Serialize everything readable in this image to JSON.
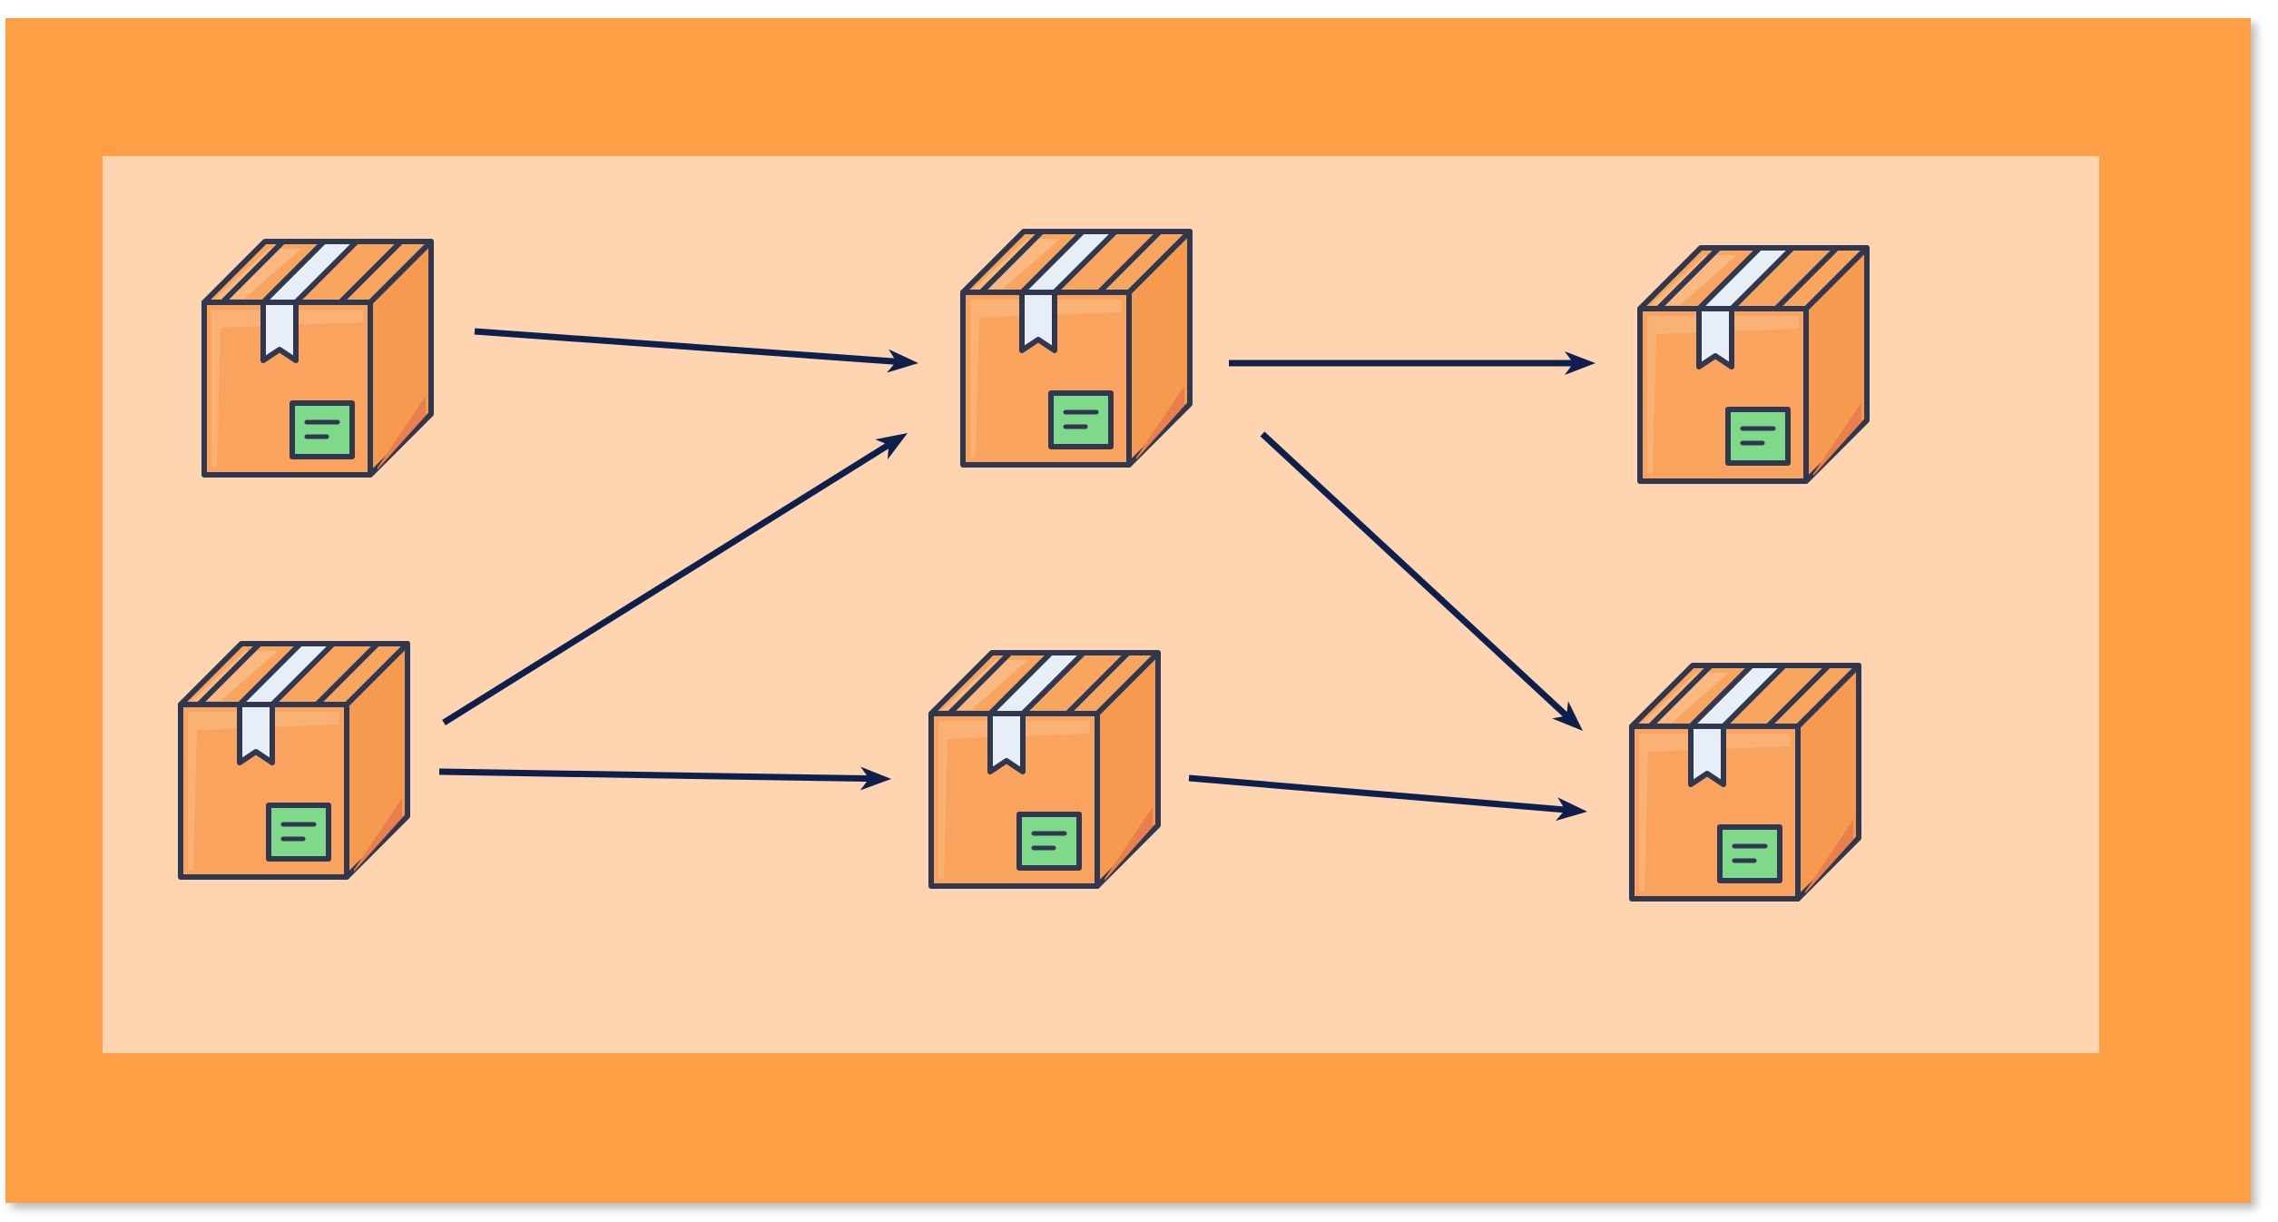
{
  "colors": {
    "page_background": "#ffffff",
    "outer_frame": "#fe9e45",
    "inner_panel": "#fed4b1",
    "box_front": "#f9a35e",
    "box_top": "#f7a55f",
    "box_side": "#f59a4f",
    "box_side_shadow": "#e97f4c",
    "box_highlight": "#fbbd8a",
    "tape": "#e8eef8",
    "label": "#7fd98a",
    "outline": "#30384f",
    "arrow": "#0d1f4c",
    "drop_shadow": "#b5b5b5"
  },
  "icons": {
    "box": "package-box-icon",
    "edge": "arrow-icon"
  },
  "diagram": {
    "nodes": [
      {
        "id": "box-1",
        "icon": "package-box-icon"
      },
      {
        "id": "box-2",
        "icon": "package-box-icon"
      },
      {
        "id": "box-3",
        "icon": "package-box-icon"
      },
      {
        "id": "box-4",
        "icon": "package-box-icon"
      },
      {
        "id": "box-5",
        "icon": "package-box-icon"
      },
      {
        "id": "box-6",
        "icon": "package-box-icon"
      }
    ],
    "edges": [
      {
        "from": "box-1",
        "to": "box-2"
      },
      {
        "from": "box-4",
        "to": "box-2"
      },
      {
        "from": "box-4",
        "to": "box-5"
      },
      {
        "from": "box-2",
        "to": "box-3"
      },
      {
        "from": "box-2",
        "to": "box-6"
      },
      {
        "from": "box-5",
        "to": "box-6"
      }
    ]
  }
}
